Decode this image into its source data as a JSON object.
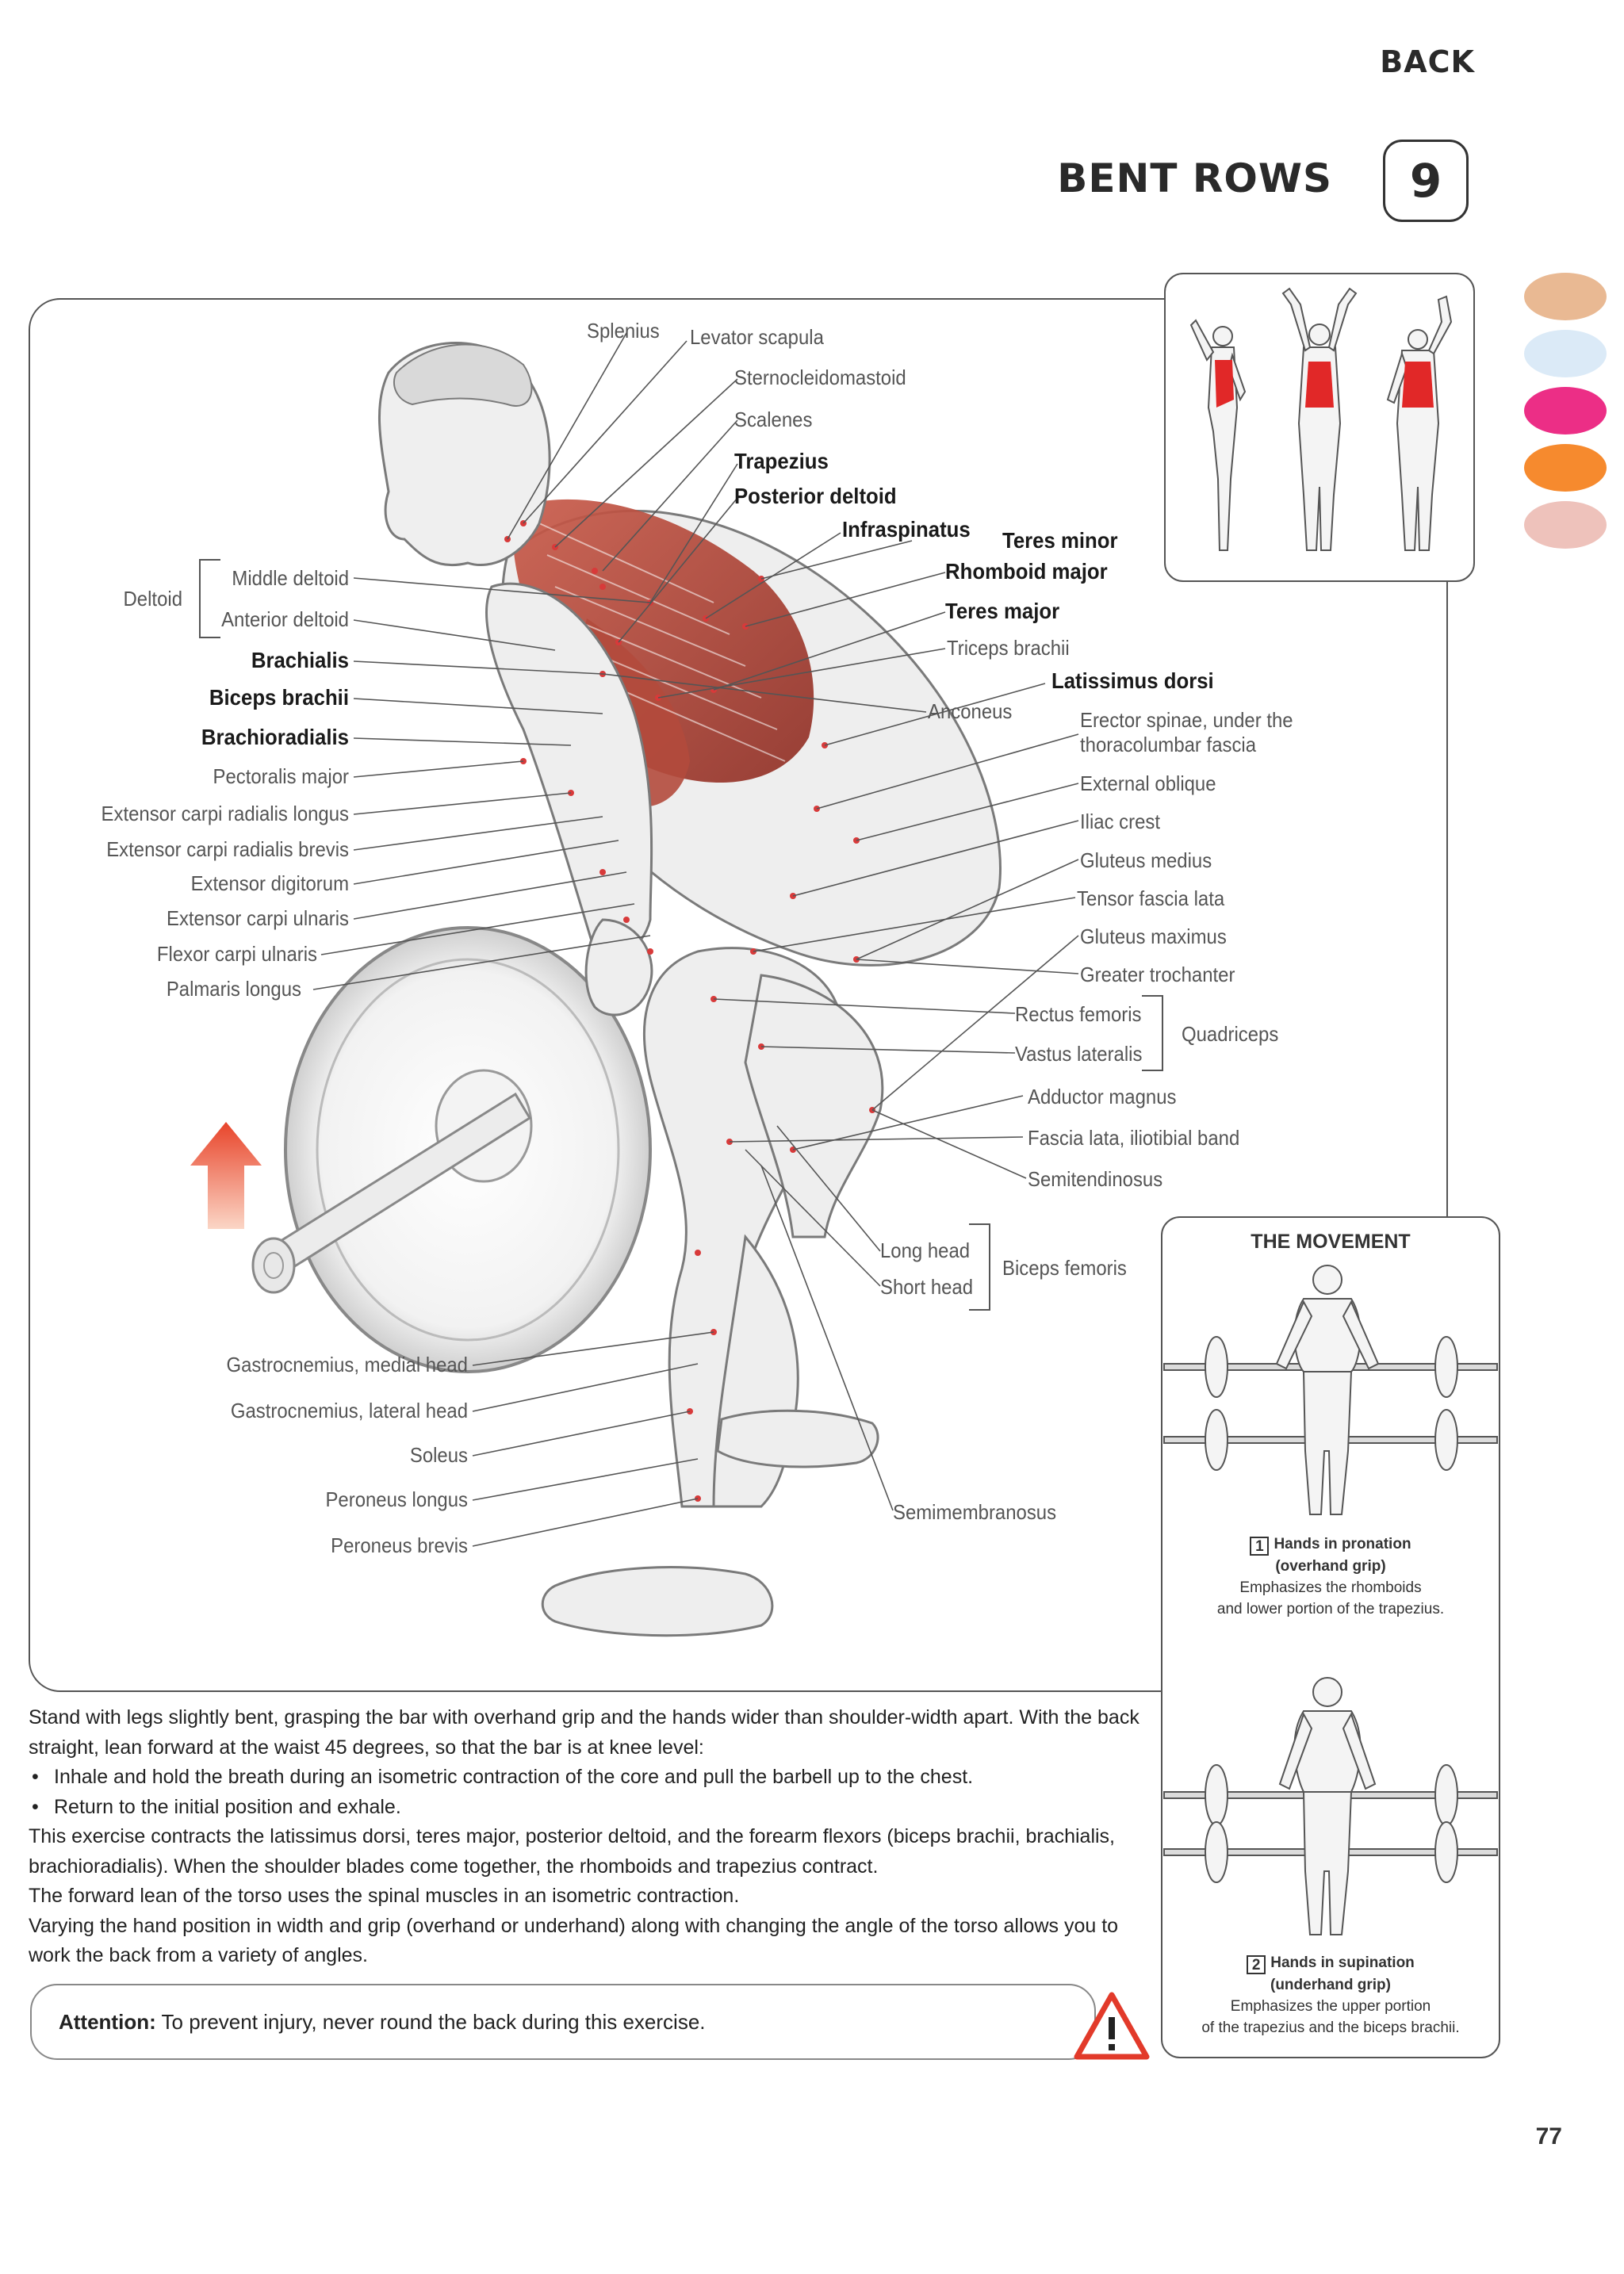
{
  "header": {
    "section": "BACK",
    "exercise_title": "BENT ROWS",
    "exercise_number": "9"
  },
  "color_swatches": [
    "#e9b993",
    "#dbeaf7",
    "#ec2e86",
    "#f68a2e",
    "#eec2bb"
  ],
  "muscle_labels": {
    "splenius": "Splenius",
    "levator_scapula": "Levator scapula",
    "sternocleidomastoid": "Sternocleidomastoid",
    "scalenes": "Scalenes",
    "trapezius": "Trapezius",
    "posterior_deltoid": "Posterior deltoid",
    "infraspinatus": "Infraspinatus",
    "teres_minor": "Teres minor",
    "rhomboid_major": "Rhomboid major",
    "teres_major": "Teres major",
    "triceps_brachii": "Triceps brachii",
    "latissimus_dorsi": "Latissimus dorsi",
    "anconeus": "Anconeus",
    "erector_spinae_1": "Erector spinae, under the",
    "erector_spinae_2": "thoracolumbar fascia",
    "external_oblique": "External oblique",
    "iliac_crest": "Iliac crest",
    "gluteus_medius": "Gluteus medius",
    "tensor_fascia_lata": "Tensor fascia lata",
    "gluteus_maximus": "Gluteus maximus",
    "greater_trochanter": "Greater trochanter",
    "rectus_femoris": "Rectus femoris",
    "vastus_lateralis": "Vastus lateralis",
    "quadriceps": "Quadriceps",
    "adductor_magnus": "Adductor magnus",
    "fascia_lata": "Fascia lata, iliotibial band",
    "semitendinosus": "Semitendinosus",
    "long_head": "Long head",
    "short_head": "Short head",
    "biceps_femoris": "Biceps femoris",
    "semimembranosus": "Semimembranosus",
    "deltoid": "Deltoid",
    "middle_deltoid": "Middle deltoid",
    "anterior_deltoid": "Anterior deltoid",
    "brachialis": "Brachialis",
    "biceps_brachii": "Biceps brachii",
    "brachioradialis": "Brachioradialis",
    "pectoralis_major": "Pectoralis major",
    "ecr_longus": "Extensor carpi radialis longus",
    "ecr_brevis": "Extensor carpi radialis brevis",
    "extensor_digitorum": "Extensor digitorum",
    "extensor_carpi_ulnaris": "Extensor carpi ulnaris",
    "flexor_carpi_ulnaris": "Flexor carpi ulnaris",
    "palmaris_longus": "Palmaris longus",
    "gastroc_medial": "Gastrocnemius, medial head",
    "gastroc_lateral": "Gastrocnemius, lateral head",
    "soleus": "Soleus",
    "peroneus_longus": "Peroneus longus",
    "peroneus_brevis": "Peroneus brevis"
  },
  "movement": {
    "title": "THE MOVEMENT",
    "variant1": {
      "number": "1",
      "line1": "Hands in pronation",
      "line2": "(overhand grip)",
      "line3": "Emphasizes the rhomboids",
      "line4": "and lower portion of the trapezius."
    },
    "variant2": {
      "number": "2",
      "line1": "Hands in supination",
      "line2": "(underhand grip)",
      "line3": "Emphasizes the upper portion",
      "line4": "of the trapezius and the biceps brachii."
    }
  },
  "description": {
    "intro": "Stand with legs slightly bent, grasping the bar with overhand grip and the hands wider than shoulder-width apart. With the back straight, lean forward at the waist 45 degrees, so that the bar is at knee level:",
    "bullet1": "Inhale and hold the breath during an isometric contraction of the core and pull the barbell up to the chest.",
    "bullet2": "Return to the initial position and exhale.",
    "para1": "This exercise contracts the latissimus dorsi, teres major, posterior deltoid, and the forearm flexors (biceps brachii, brachialis, brachioradialis). When the shoulder blades come together, the rhomboids and trapezius contract.",
    "para2": "The forward lean of the torso uses the spinal muscles in an isometric contraction.",
    "para3": "Varying the hand position in width and grip (overhand or underhand) along with changing the angle of the torso allows you to work the back from a variety of angles."
  },
  "attention": {
    "label": "Attention:",
    "text": "To prevent injury, never round the back during this exercise."
  },
  "page_number": "77"
}
